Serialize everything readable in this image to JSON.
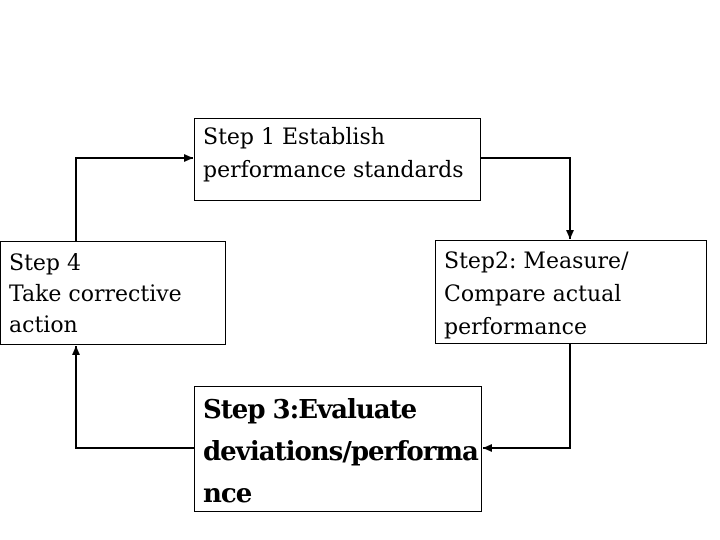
{
  "diagram": {
    "steps": [
      {
        "id": "step1",
        "lines": [
          "Step 1 Establish",
          "performance standards"
        ]
      },
      {
        "id": "step2",
        "lines": [
          "Step2: Measure/",
          "Compare actual",
          "performance"
        ]
      },
      {
        "id": "step3",
        "lines": [
          "Step 3:Evaluate",
          "deviations/performa",
          "nce"
        ]
      },
      {
        "id": "step4",
        "lines": [
          "Step 4",
          "Take corrective",
          "action"
        ]
      }
    ],
    "flow": [
      "step1",
      "step2",
      "step3",
      "step4",
      "step1"
    ],
    "colors": {
      "line": "#000000",
      "box_border": "#000000",
      "background": "#ffffff"
    }
  }
}
